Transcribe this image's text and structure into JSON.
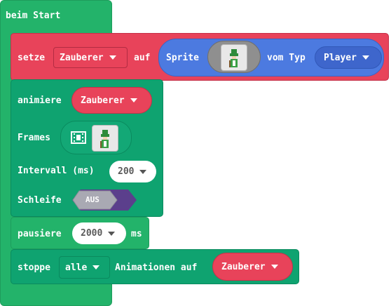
{
  "on_start": {
    "label": "beim Start"
  },
  "set_block": {
    "keyword": "setze",
    "variable": "Zauberer",
    "to_label": "auf",
    "sprite_label": "Sprite",
    "type_label": "vom Typ",
    "kind": "Player"
  },
  "animate_block": {
    "keyword": "animiere",
    "target": "Zauberer",
    "frames_label": "Frames",
    "interval_label": "Intervall (ms)",
    "interval_value": "200",
    "loop_label": "Schleife",
    "loop_value": "AUS"
  },
  "pause_block": {
    "keyword": "pausiere",
    "value": "2000",
    "unit": "ms"
  },
  "stop_block": {
    "keyword": "stoppe",
    "which": "alle",
    "middle_label": "Animationen auf",
    "target": "Zauberer"
  },
  "colors": {
    "loops_green": "#23b36a",
    "animation_green": "#0fa370",
    "sprites_red": "#e8435a",
    "sprite_blue": "#4c7ae0",
    "toggle_purple": "#5b3f8c"
  }
}
